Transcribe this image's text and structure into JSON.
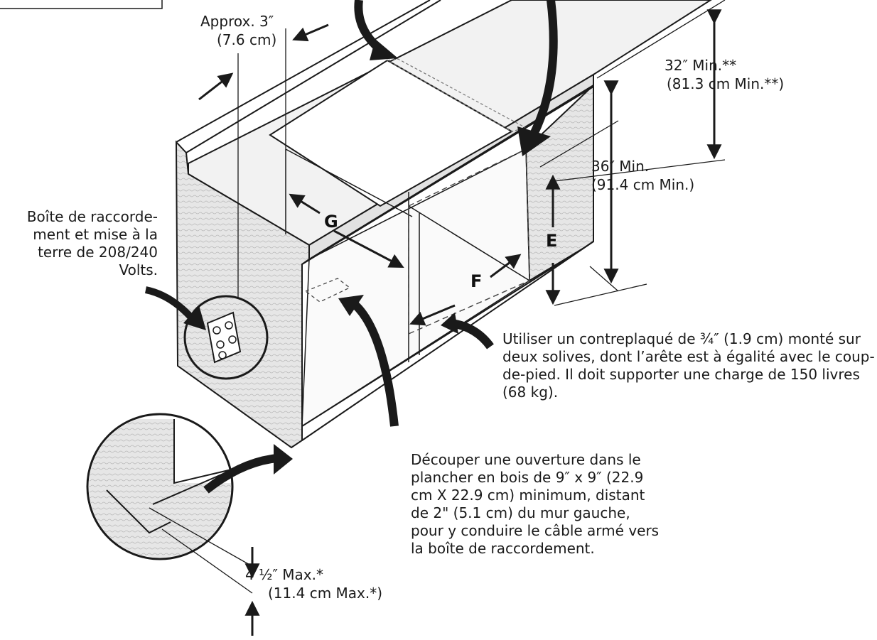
{
  "labels": {
    "approx_in": "Approx. 3″",
    "approx_cm": "(7.6 cm)",
    "min32_in": "32″ Min.**",
    "min32_cm": "(81.3 cm Min.**)",
    "min36_in": "36″ Min.",
    "min36_cm": "(91.4 cm Min.)",
    "junction_box": "Boîte de raccorde- ment et mise à la terre de 208/240 Volts.",
    "plywood_note": "Utiliser un contreplaqué de ¾″ (1.9 cm) monté sur deux solives, dont l’arête est à égalité avec le coup-de-pied. Il doit supporter une charge de 150 livres (68 kg).",
    "cutout_note": "Découper une ouverture dans le plancher en bois de 9″ x 9″ (22.9 cm X 22.9 cm) minimum, distant de 2\" (5.1 cm) du mur gauche, pour y conduire le câble armé vers la boîte de raccordement.",
    "kick_in": "4 ½″ Max.*",
    "kick_cm": "(11.4 cm Max.*)",
    "letter_g": "G",
    "letter_e": "E",
    "letter_f": "F"
  },
  "colors": {
    "line": "#1a1a1a",
    "shade": "#d6d6d6",
    "shade_dark": "#bdbdbd",
    "arrow": "#2b2b2b"
  }
}
